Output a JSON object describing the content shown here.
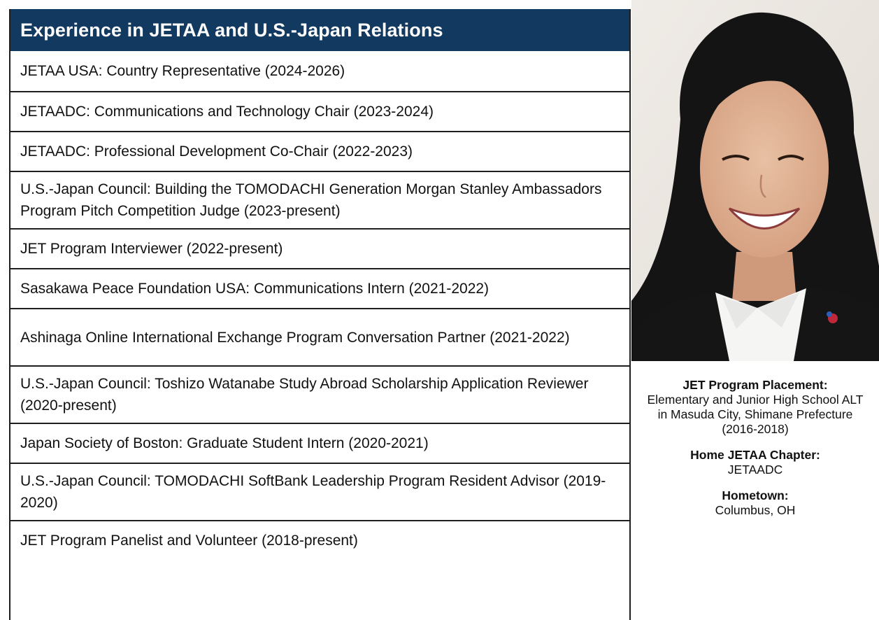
{
  "section": {
    "title": "Experience in JETAA and U.S.-Japan Relations",
    "rows": [
      "JETAA USA: Country Representative (2024-2026)",
      "JETAADC: Communications and Technology Chair (2023-2024)",
      "JETAADC: Professional Development Co-Chair (2022-2023)",
      "U.S.-Japan Council: Building the TOMODACHI Generation Morgan Stanley Ambassadors Program Pitch Competition Judge (2023-present)",
      "JET Program Interviewer (2022-present)",
      "Sasakawa Peace Foundation USA: Communications Intern (2021-2022)",
      "Ashinaga Online International Exchange Program Conversation Partner (2021-2022)",
      "U.S.-Japan Council: Toshizo Watanabe Study Abroad Scholarship Application Reviewer (2020-present)",
      "Japan Society of Boston: Graduate Student Intern (2020-2021)",
      "U.S.-Japan Council: TOMODACHI SoftBank Leadership Program Resident Advisor (2019-2020)",
      "JET Program Panelist and Volunteer (2018-present)"
    ]
  },
  "profile": {
    "placement_label": "JET Program Placement:",
    "placement_value": "Elementary and Junior High School ALT in Masuda City, Shimane Prefecture (2016-2018)",
    "chapter_label": "Home JETAA Chapter:",
    "chapter_value": "JETAADC",
    "hometown_label": "Hometown:",
    "hometown_value": "Columbus, OH"
  },
  "colors": {
    "header_bg": "#123a61",
    "header_text": "#ffffff"
  }
}
